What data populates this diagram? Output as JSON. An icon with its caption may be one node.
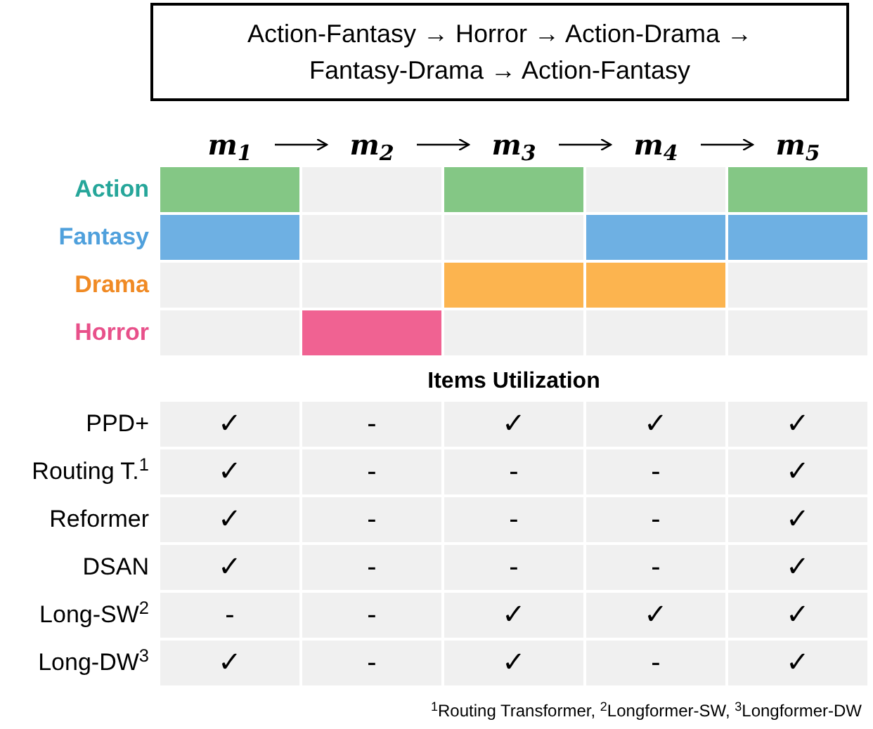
{
  "diagram": {
    "nodes": [
      {
        "text": [
          "Action-Fantasy → Horror → Action-Drama → Fantasy-Drama → Action-Fantasy"
        ]
      },
      {
        "text": [
          "m$_{1}$"
        ]
      },
      {
        "text": [
          "m$_{2}$"
        ]
      },
      {
        "text": [
          "m$_{3}$"
        ]
      },
      {
        "text": [
          "m$_{4}$"
        ]
      },
      {
        "text": [
          "m$_{5}$"
        ]
      },
      {
        "text": [],
        "shape": "bar"
      },
      {
        "text": [],
        "shape": "bar"
      },
      {
        "text": [],
        "shape": "bar"
      },
      {
        "text": [],
        "shape": "bar"
      },
      {
        "text": [],
        "shape": "bar"
      },
      {
        "text": [],
        "shape": "bar"
      },
      {
        "text": [],
        "shape": "bar"
      },
      {
        "text": [],
        "shape": "bar"
      },
      {
        "text": [],
        "shape": "bar"
      }
    ],
    "edges": [
      {
        "from": 1,
        "to": 2,
        "arrow": "to"
      },
      {
        "from": 2,
        "to": 3,
        "arrow": "to"
      },
      {
        "from": 3,
        "to": 4,
        "arrow": "to"
      },
      {
        "from": 4,
        "to": 5,
        "arrow": "to"
      }
    ],
    "labels": [
      "Action",
      "Fantasy",
      "Drama",
      "Horror",
      "Items Utilization",
      "PPD+",
      "✓",
      "-",
      "✓",
      "✓",
      "✓",
      "Routing T.$^{1}$",
      "✓",
      "-",
      "-",
      "-",
      "✓",
      "Reformer",
      "✓",
      "-",
      "-",
      "-",
      "✓",
      "DSAN",
      "✓",
      "-",
      "-",
      "-",
      "✓",
      "Long-SW$^{2}$",
      "-",
      "-",
      "✓",
      "✓",
      "✓",
      "Long-DW$^{3}$",
      "✓",
      "-",
      "✓",
      "-",
      "✓",
      "$^{1}$Routing Transformer, $^{2}$Longformer-SW, $^{3}$Longformer-DW"
    ]
  }
}
